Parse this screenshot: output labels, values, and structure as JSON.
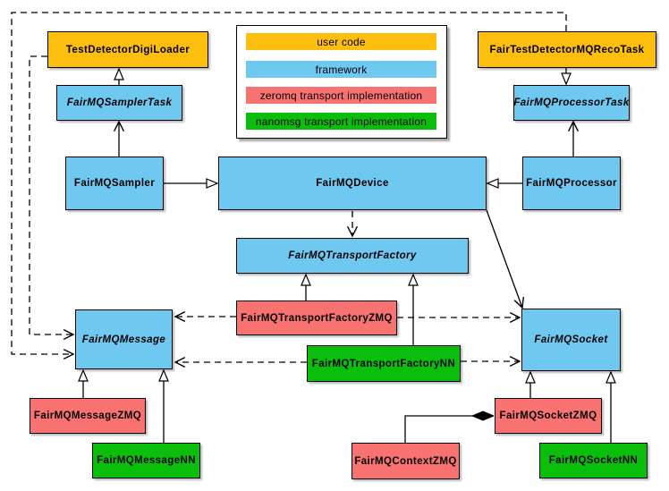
{
  "colors": {
    "user_code": "#FDBE0D",
    "framework": "#6EC8F0",
    "zeromq": "#F97272",
    "nanomsg": "#0CBE0C",
    "border": "#000000",
    "background": "#FFFFFF"
  },
  "legend": {
    "items": [
      {
        "id": "user-code",
        "label": "user code",
        "color": "#FDBE0D"
      },
      {
        "id": "framework",
        "label": "framework",
        "color": "#6EC8F0"
      },
      {
        "id": "zeromq",
        "label": "zeromq transport implementation",
        "color": "#F97272"
      },
      {
        "id": "nanomsg",
        "label": "nanomsg transport implementation",
        "color": "#0CBE0C"
      }
    ]
  },
  "nodes": {
    "digiLoader": {
      "label": "TestDetectorDigiLoader",
      "category": "user code",
      "abstract": false
    },
    "recoTask": {
      "label": "FairTestDetectorMQRecoTask",
      "category": "user code",
      "abstract": false
    },
    "samplerTask": {
      "label": "FairMQSamplerTask",
      "category": "framework",
      "abstract": true
    },
    "processorTask": {
      "label": "FairMQProcessorTask",
      "category": "framework",
      "abstract": true
    },
    "sampler": {
      "label": "FairMQSampler",
      "category": "framework",
      "abstract": false
    },
    "processor": {
      "label": "FairMQProcessor",
      "category": "framework",
      "abstract": false
    },
    "device": {
      "label": "FairMQDevice",
      "category": "framework",
      "abstract": false
    },
    "factory": {
      "label": "FairMQTransportFactory",
      "category": "framework",
      "abstract": true
    },
    "factoryZMQ": {
      "label": "FairMQTransportFactoryZMQ",
      "category": "zeromq transport implementation",
      "abstract": false
    },
    "factoryNN": {
      "label": "FairMQTransportFactoryNN",
      "category": "nanomsg transport implementation",
      "abstract": false
    },
    "message": {
      "label": "FairMQMessage",
      "category": "framework",
      "abstract": true
    },
    "socket": {
      "label": "FairMQSocket",
      "category": "framework",
      "abstract": true
    },
    "messageZMQ": {
      "label": "FairMQMessageZMQ",
      "category": "zeromq transport implementation",
      "abstract": false
    },
    "messageNN": {
      "label": "FairMQMessageNN",
      "category": "nanomsg transport implementation",
      "abstract": false
    },
    "contextZMQ": {
      "label": "FairMQContextZMQ",
      "category": "zeromq transport implementation",
      "abstract": false
    },
    "socketZMQ": {
      "label": "FairMQSocketZMQ",
      "category": "zeromq transport implementation",
      "abstract": false
    },
    "socketNN": {
      "label": "FairMQSocketNN",
      "category": "nanomsg transport implementation",
      "abstract": false
    }
  }
}
